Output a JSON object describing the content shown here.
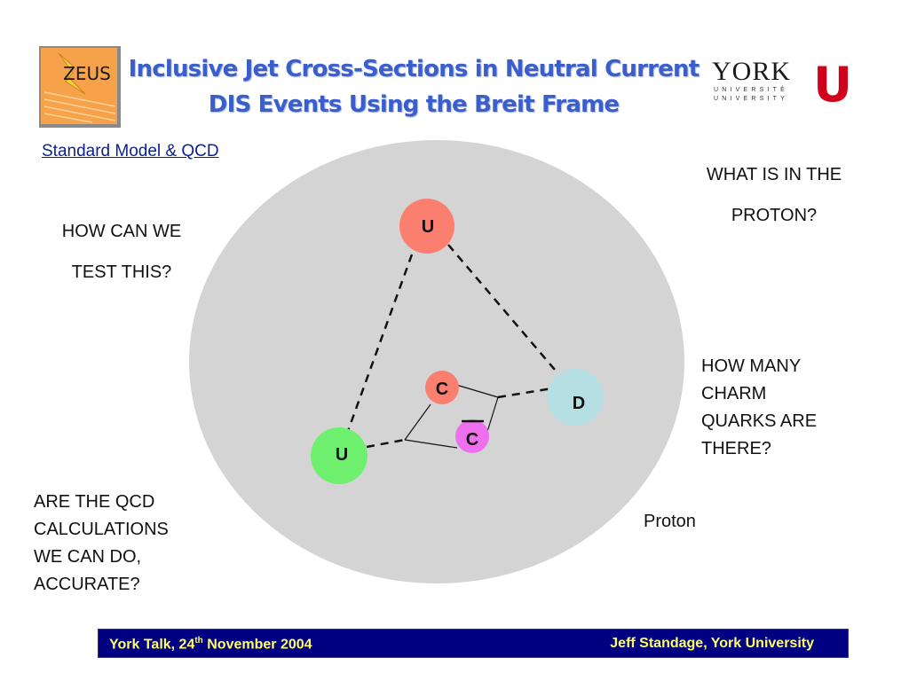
{
  "header": {
    "title_line1": "Inclusive Jet Cross-Sections in Neutral Current",
    "title_line2": "DIS Events Using the Breit Frame",
    "zeus_logo_text": "ZEUS",
    "york_logo_text": "YORK",
    "york_logo_subtext1": "UNIVERSITÉ",
    "york_logo_subtext2": "UNIVERSITY",
    "york_logo_mark": "U"
  },
  "section_link": "Standard Model & QCD",
  "diagram": {
    "proton_label": "Proton",
    "quarks": {
      "u_top": "U",
      "u_bottom": "U",
      "d": "D",
      "c": "C",
      "c_bar": "C"
    },
    "colors": {
      "proton": "#d4d4d4",
      "u_top": "#fa7f6e",
      "u_bottom": "#6ef06e",
      "d": "#b5dfe3",
      "c": "#fa7f6e",
      "c_bar": "#ee70ee"
    }
  },
  "questions": {
    "proton_line1": "WHAT IS IN THE",
    "proton_line2": "PROTON?",
    "test_line1": "HOW CAN WE",
    "test_line2": "TEST THIS?",
    "charm_line1": "HOW MANY",
    "charm_line2": "CHARM",
    "charm_line3": "QUARKS ARE",
    "charm_line4": "THERE?",
    "qcd_line1": "ARE THE QCD",
    "qcd_line2": "CALCULATIONS",
    "qcd_line3": "WE CAN DO,",
    "qcd_line4": "ACCURATE?"
  },
  "footer": {
    "left_prefix": "York Talk, 24",
    "left_sup": "th",
    "left_suffix": " November 2004",
    "right": "Jeff Standage, York University"
  }
}
